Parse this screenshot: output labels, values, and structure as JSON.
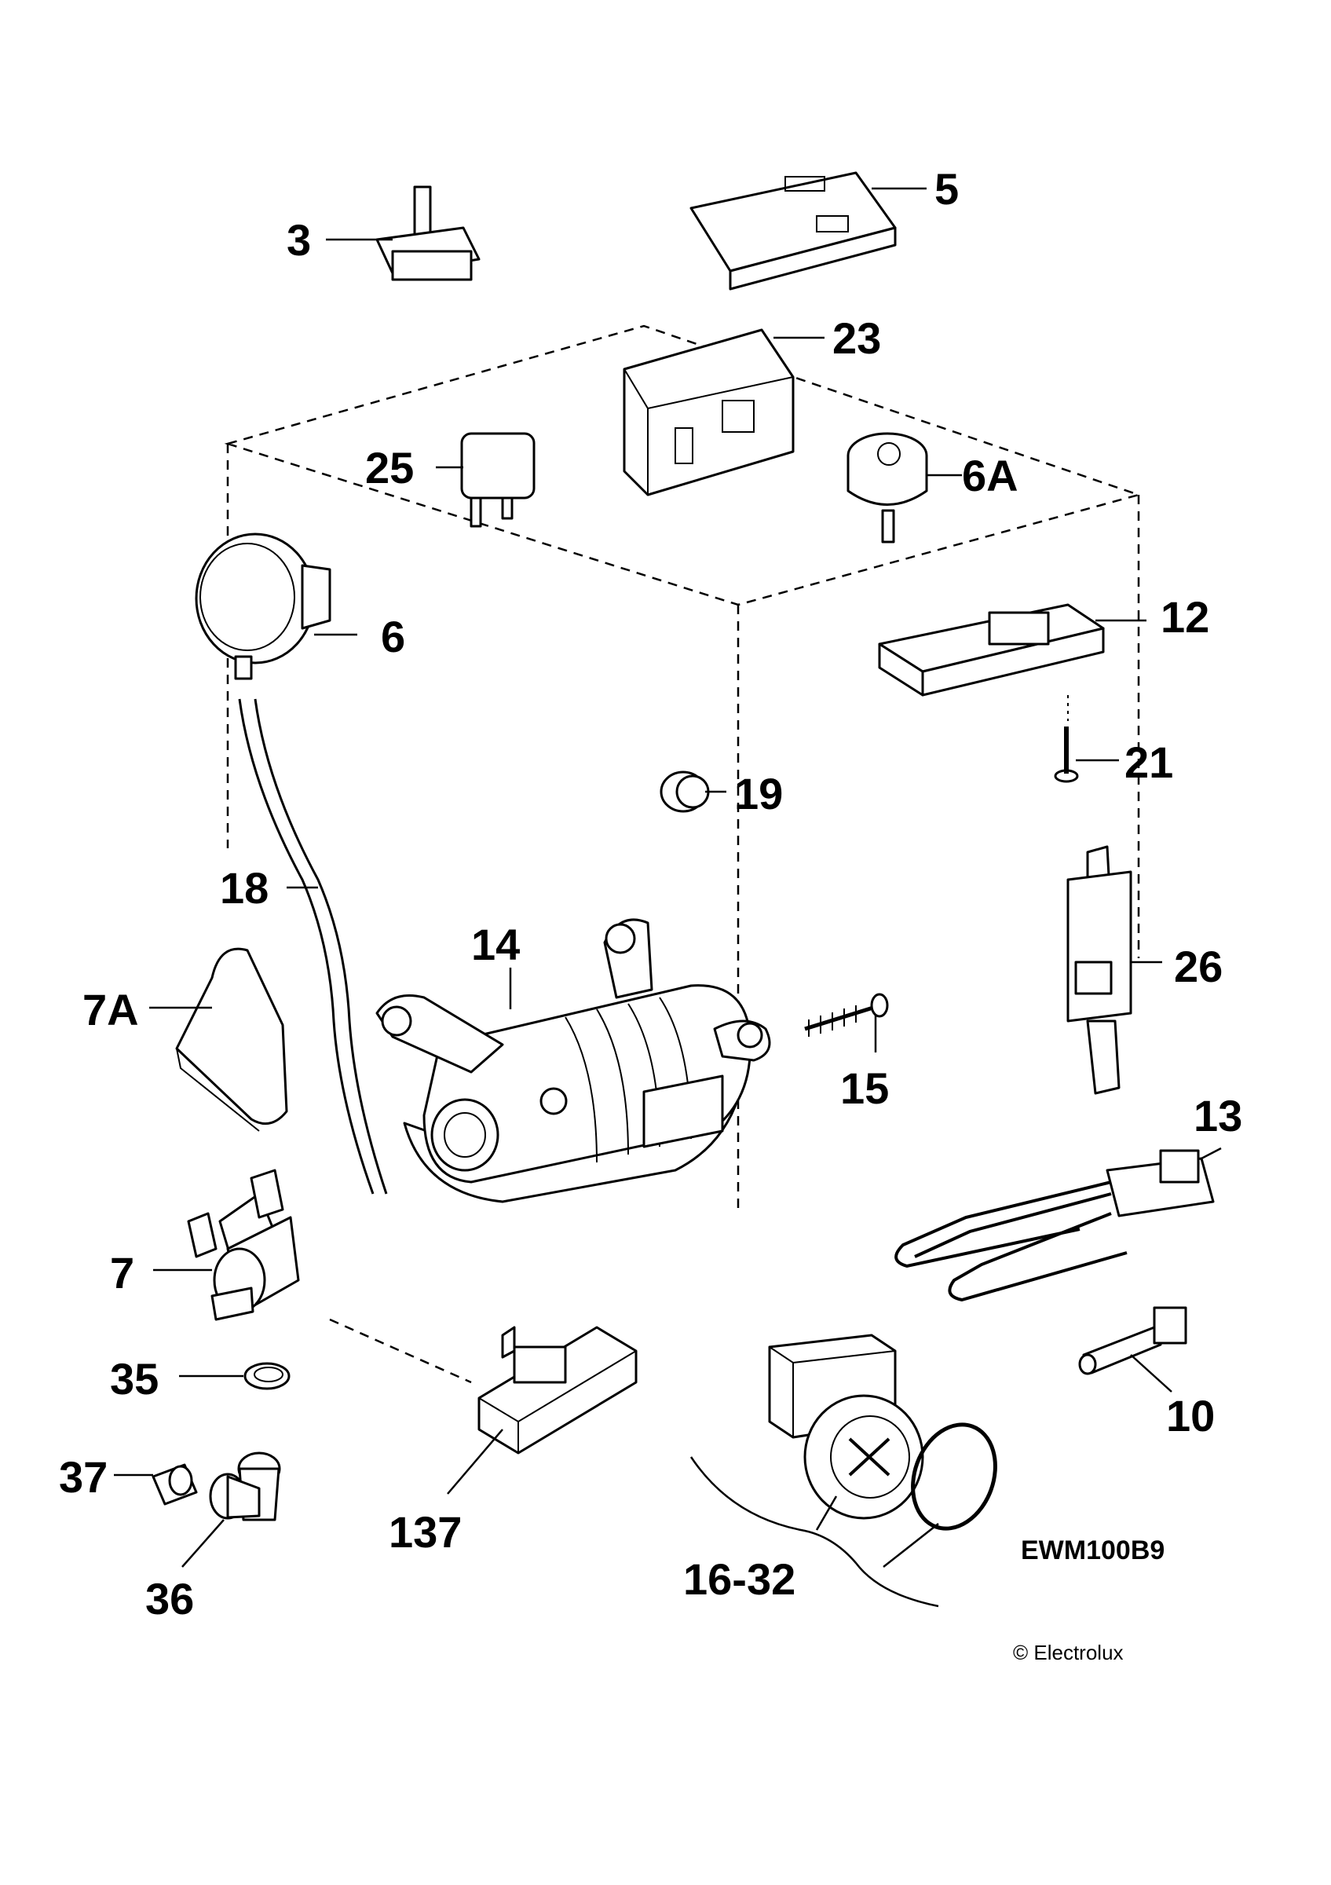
{
  "labels": {
    "p3": "3",
    "p5": "5",
    "p23": "23",
    "p25": "25",
    "p6A": "6A",
    "p6": "6",
    "p12": "12",
    "p21": "21",
    "p19": "19",
    "p18": "18",
    "p14": "14",
    "p26": "26",
    "p7A": "7A",
    "p15": "15",
    "p13": "13",
    "p7": "7",
    "p35": "35",
    "p10": "10",
    "p37": "37",
    "p137": "137",
    "p36": "36",
    "p16_32": "16-32"
  },
  "model": "EWM100B9",
  "copyright": "© Electrolux"
}
